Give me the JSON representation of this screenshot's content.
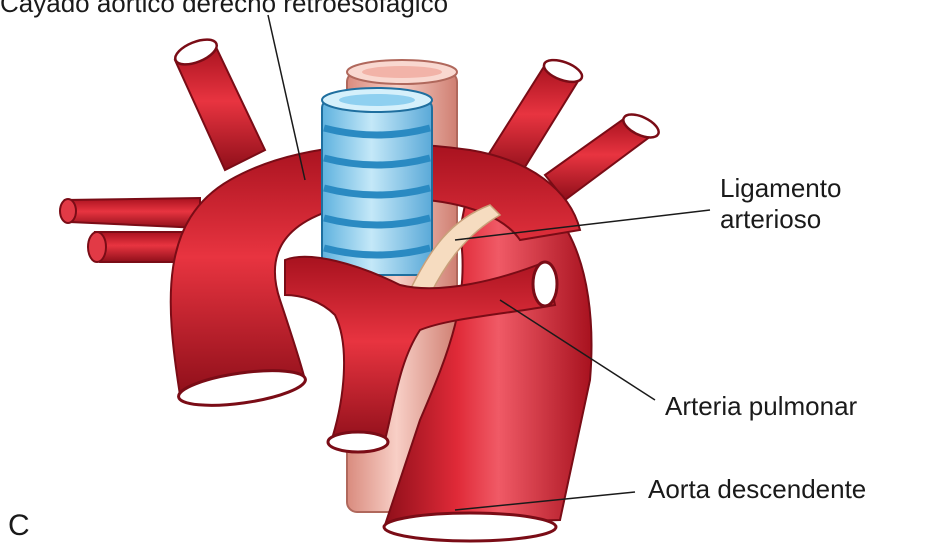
{
  "labels": {
    "top_cut": "Cayado aórtico derecho retroesofágico",
    "ligament_line1": "Ligamento",
    "ligament_line2": "arterioso",
    "pulmonary": "Arteria pulmonar",
    "descending": "Aorta descendente",
    "panel": "C"
  },
  "colors": {
    "artery": "#d61f2e",
    "artery_dark": "#8f0f1a",
    "artery_light": "#f07a84",
    "trachea": "#8fd0f0",
    "trachea_ring": "#2a8ac2",
    "esophagus": "#f2b3a8",
    "ligament": "#f6dcc0"
  }
}
